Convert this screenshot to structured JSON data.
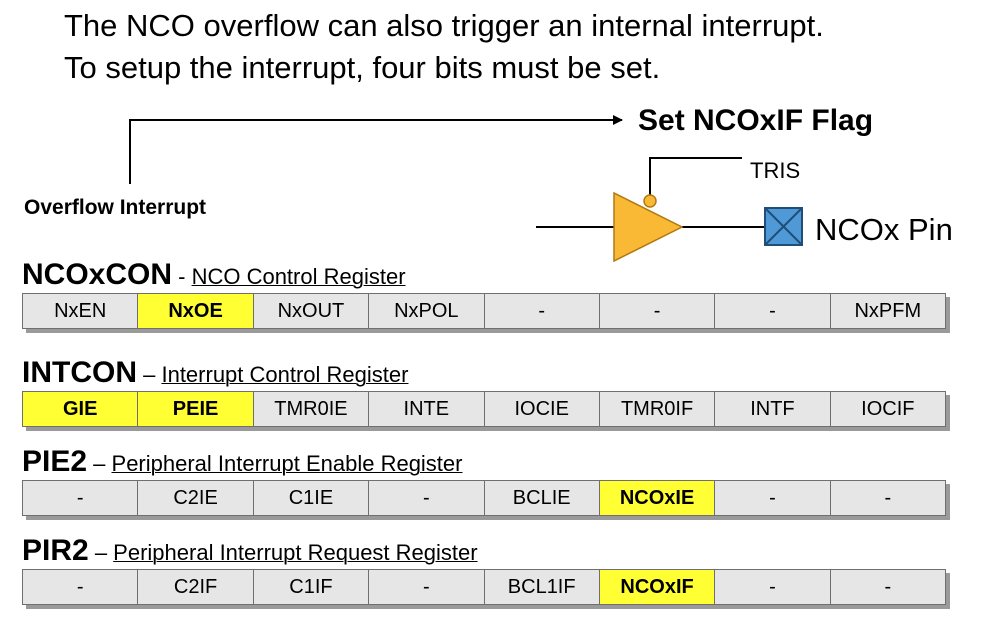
{
  "intro": {
    "line1": "The NCO overflow can also trigger an internal interrupt.",
    "line2": "To setup the interrupt, four bits must be set."
  },
  "diagram": {
    "flag_label": "Set NCOxIF Flag",
    "overflow_label": "Overflow Interrupt",
    "tris_label": "TRIS",
    "pin_label": "NCOx Pin",
    "colors": {
      "buffer_fill": "#f9b935",
      "buffer_stroke": "#b07a10",
      "pin_fill": "#4f9ad6",
      "pin_stroke": "#1f4e79"
    }
  },
  "colors": {
    "highlight": "#ffff33",
    "cell_bg": "#e6e6e6"
  },
  "registers": [
    {
      "name": "NCOxCON",
      "sep": " - ",
      "desc": "NCO Control Register",
      "bits": [
        {
          "label": "NxEN",
          "highlight": false
        },
        {
          "label": "NxOE",
          "highlight": true
        },
        {
          "label": "NxOUT",
          "highlight": false
        },
        {
          "label": "NxPOL",
          "highlight": false
        },
        {
          "label": "-",
          "highlight": false
        },
        {
          "label": "-",
          "highlight": false
        },
        {
          "label": "-",
          "highlight": false
        },
        {
          "label": "NxPFM",
          "highlight": false
        }
      ]
    },
    {
      "name": "INTCON",
      "sep": " – ",
      "desc": "Interrupt Control Register",
      "bits": [
        {
          "label": "GIE",
          "highlight": true
        },
        {
          "label": "PEIE",
          "highlight": true
        },
        {
          "label": "TMR0IE",
          "highlight": false
        },
        {
          "label": "INTE",
          "highlight": false
        },
        {
          "label": "IOCIE",
          "highlight": false
        },
        {
          "label": "TMR0IF",
          "highlight": false
        },
        {
          "label": "INTF",
          "highlight": false
        },
        {
          "label": "IOCIF",
          "highlight": false
        }
      ]
    },
    {
      "name": "PIE2",
      "sep": " – ",
      "desc": "Peripheral Interrupt Enable Register",
      "bits": [
        {
          "label": "-",
          "highlight": false
        },
        {
          "label": "C2IE",
          "highlight": false
        },
        {
          "label": "C1IE",
          "highlight": false
        },
        {
          "label": "-",
          "highlight": false
        },
        {
          "label": "BCLIE",
          "highlight": false
        },
        {
          "label": "NCOxIE",
          "highlight": true
        },
        {
          "label": "-",
          "highlight": false
        },
        {
          "label": "-",
          "highlight": false
        }
      ]
    },
    {
      "name": "PIR2",
      "sep": " – ",
      "desc": "Peripheral Interrupt Request Register",
      "bits": [
        {
          "label": "-",
          "highlight": false
        },
        {
          "label": "C2IF",
          "highlight": false
        },
        {
          "label": "C1IF",
          "highlight": false
        },
        {
          "label": "-",
          "highlight": false
        },
        {
          "label": "BCL1IF",
          "highlight": false
        },
        {
          "label": "NCOxIF",
          "highlight": true
        },
        {
          "label": "-",
          "highlight": false
        },
        {
          "label": "-",
          "highlight": false
        }
      ]
    }
  ]
}
